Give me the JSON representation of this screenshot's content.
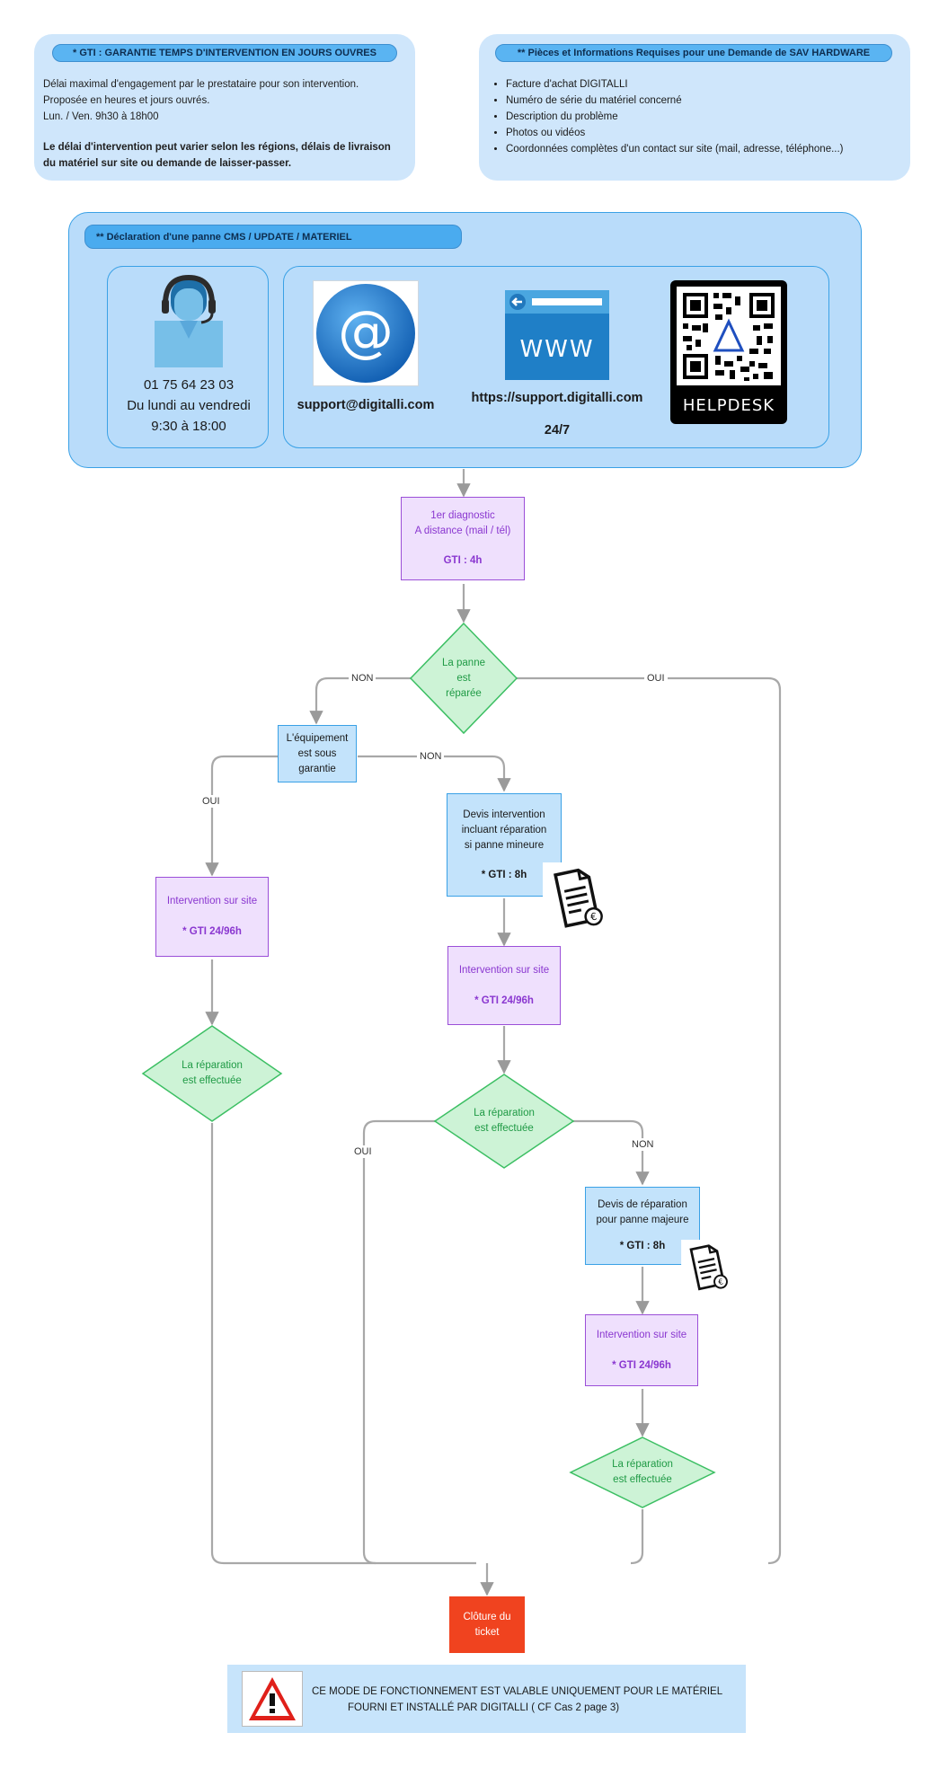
{
  "gti_box": {
    "title": "* GTI : GARANTIE TEMPS D'INTERVENTION EN JOURS OUVRES",
    "line1": "Délai maximal d'engagement par le prestataire pour son intervention.",
    "line2": "Proposée en heures et jours ouvrés.",
    "line3": "Lun. / Ven. 9h30 à 18h00",
    "bold1": "Le délai d'intervention peut varier selon les régions, délais de livraison",
    "bold2": "du matériel sur site ou demande de laisser-passer."
  },
  "parts_box": {
    "title": "** Pièces et Informations Requises pour une Demande de SAV HARDWARE",
    "items": [
      "Facture d'achat DIGITALLI",
      "Numéro de série du matériel concerné",
      "Description du problème",
      "Photos ou vidéos",
      "Coordonnées complètes d'un contact sur site (mail, adresse, téléphone...)"
    ]
  },
  "declaration": {
    "title": "** Déclaration d'une panne CMS / UPDATE / MATERIEL",
    "phone": "01 75 64 23 03",
    "days": "Du lundi au vendredi",
    "hours": "9:30 à 18:00",
    "email": "support@digitalli.com",
    "website": "https://support.digitalli.com",
    "www_label": "WWW",
    "helpdesk_label": "HELPDESK",
    "availability": "24/7"
  },
  "flow": {
    "diag_l1": "1er diagnostic",
    "diag_l2": "A distance (mail / tél)",
    "diag_gti": "GTI : 4h",
    "panne_l1": "La panne",
    "panne_l2": "est",
    "panne_l3": "réparée",
    "non": "NON",
    "oui": "OUI",
    "equip_l1": "L'équipement",
    "equip_l2": "est sous",
    "equip_l3": "garantie",
    "devis1_l1": "Devis intervention",
    "devis1_l2": "incluant réparation",
    "devis1_l3": "si panne mineure",
    "devis1_gti": "* GTI : 8h",
    "inter_label": "Intervention sur site",
    "inter_gti": "* GTI 24/96h",
    "rep_l1": "La réparation",
    "rep_l2": "est effectuée",
    "devis2_l1": "Devis de réparation",
    "devis2_l2": "pour panne majeure",
    "devis2_gti": "* GTI : 8h",
    "close_l1": "Clôture du",
    "close_l2": "ticket"
  },
  "warning": {
    "line1": "CE MODE DE FONCTIONNEMENT  EST VALABLE UNIQUEMENT POUR LE MATÉRIEL",
    "line2": "FOURNI ET INSTALLÉ PAR DIGITALLI   ( CF Cas 2 page 3)"
  },
  "colors": {
    "accent_blue": "#3aa1e6",
    "purple": "#9b4fd8",
    "green": "#1f9a45",
    "close_red": "#f0431f"
  }
}
